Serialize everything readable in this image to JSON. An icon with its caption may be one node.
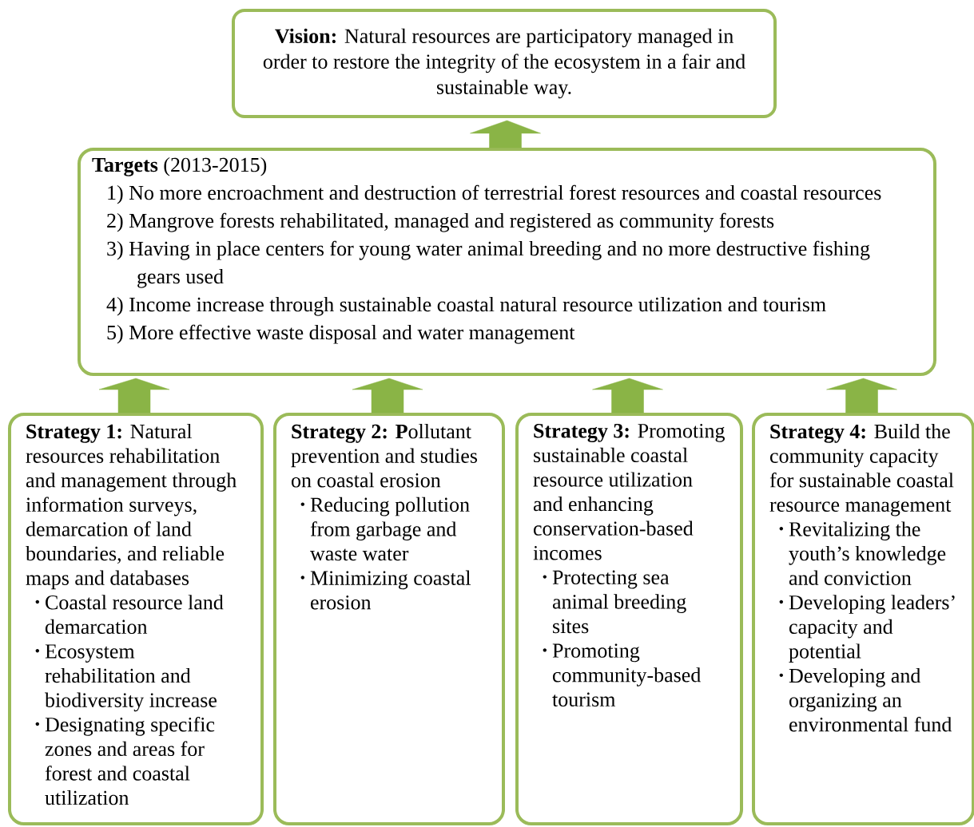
{
  "diagram": {
    "nodes": [
      {
        "text": [
          "**Vision:** Natural resources are participatory managed in order to restore the integrity of the ecosystem in a fair and sustainable way."
        ]
      },
      {
        "text": [
          "**Targets** (2013-2015)",
          "1) No more encroachment and destruction of terrestrial forest resources and coastal resources",
          "2) Mangrove forests rehabilitated, managed and registered as community forests",
          "3) Having in place centers for young water animal breeding and no more destructive fishing gears used",
          "4) Income increase through sustainable coastal natural resource utilization and tourism",
          "5) More effective waste disposal and water management"
        ]
      },
      {
        "text": [
          "**Strategy 1:** Natural resources rehabilitation and management through information surveys, demarcation of land boundaries, and reliable maps and databases",
          "Coastal resource land demarcation",
          "Ecosystem rehabilitation and biodiversity increase",
          "Designating specific zones and areas for forest and coastal utilization"
        ]
      },
      {
        "text": [
          "**Strategy 2: P**ollutant prevention and studies on coastal erosion",
          "Reducing pollution from garbage and waste water",
          "Minimizing coastal erosion"
        ]
      },
      {
        "text": [
          "**Strategy 3:** Promoting sustainable coastal resource utilization and enhancing conservation-based incomes",
          "Protecting sea animal breeding sites",
          "Promoting community-based tourism"
        ]
      },
      {
        "text": [
          "**Strategy 4:** Build the community capacity for sustainable coastal resource management",
          "Revitalizing the youth’s knowledge and conviction",
          "Developing leaders’ capacity and potential",
          "Developing and organizing an environmental fund"
        ]
      }
    ],
    "edges": [
      {
        "from": 1,
        "to": 0,
        "arrow": "to"
      },
      {
        "from": 2,
        "to": 1,
        "arrow": "to"
      },
      {
        "from": 3,
        "to": 1,
        "arrow": "to"
      },
      {
        "from": 4,
        "to": 1,
        "arrow": "to"
      },
      {
        "from": 5,
        "to": 1,
        "arrow": "to"
      }
    ]
  }
}
